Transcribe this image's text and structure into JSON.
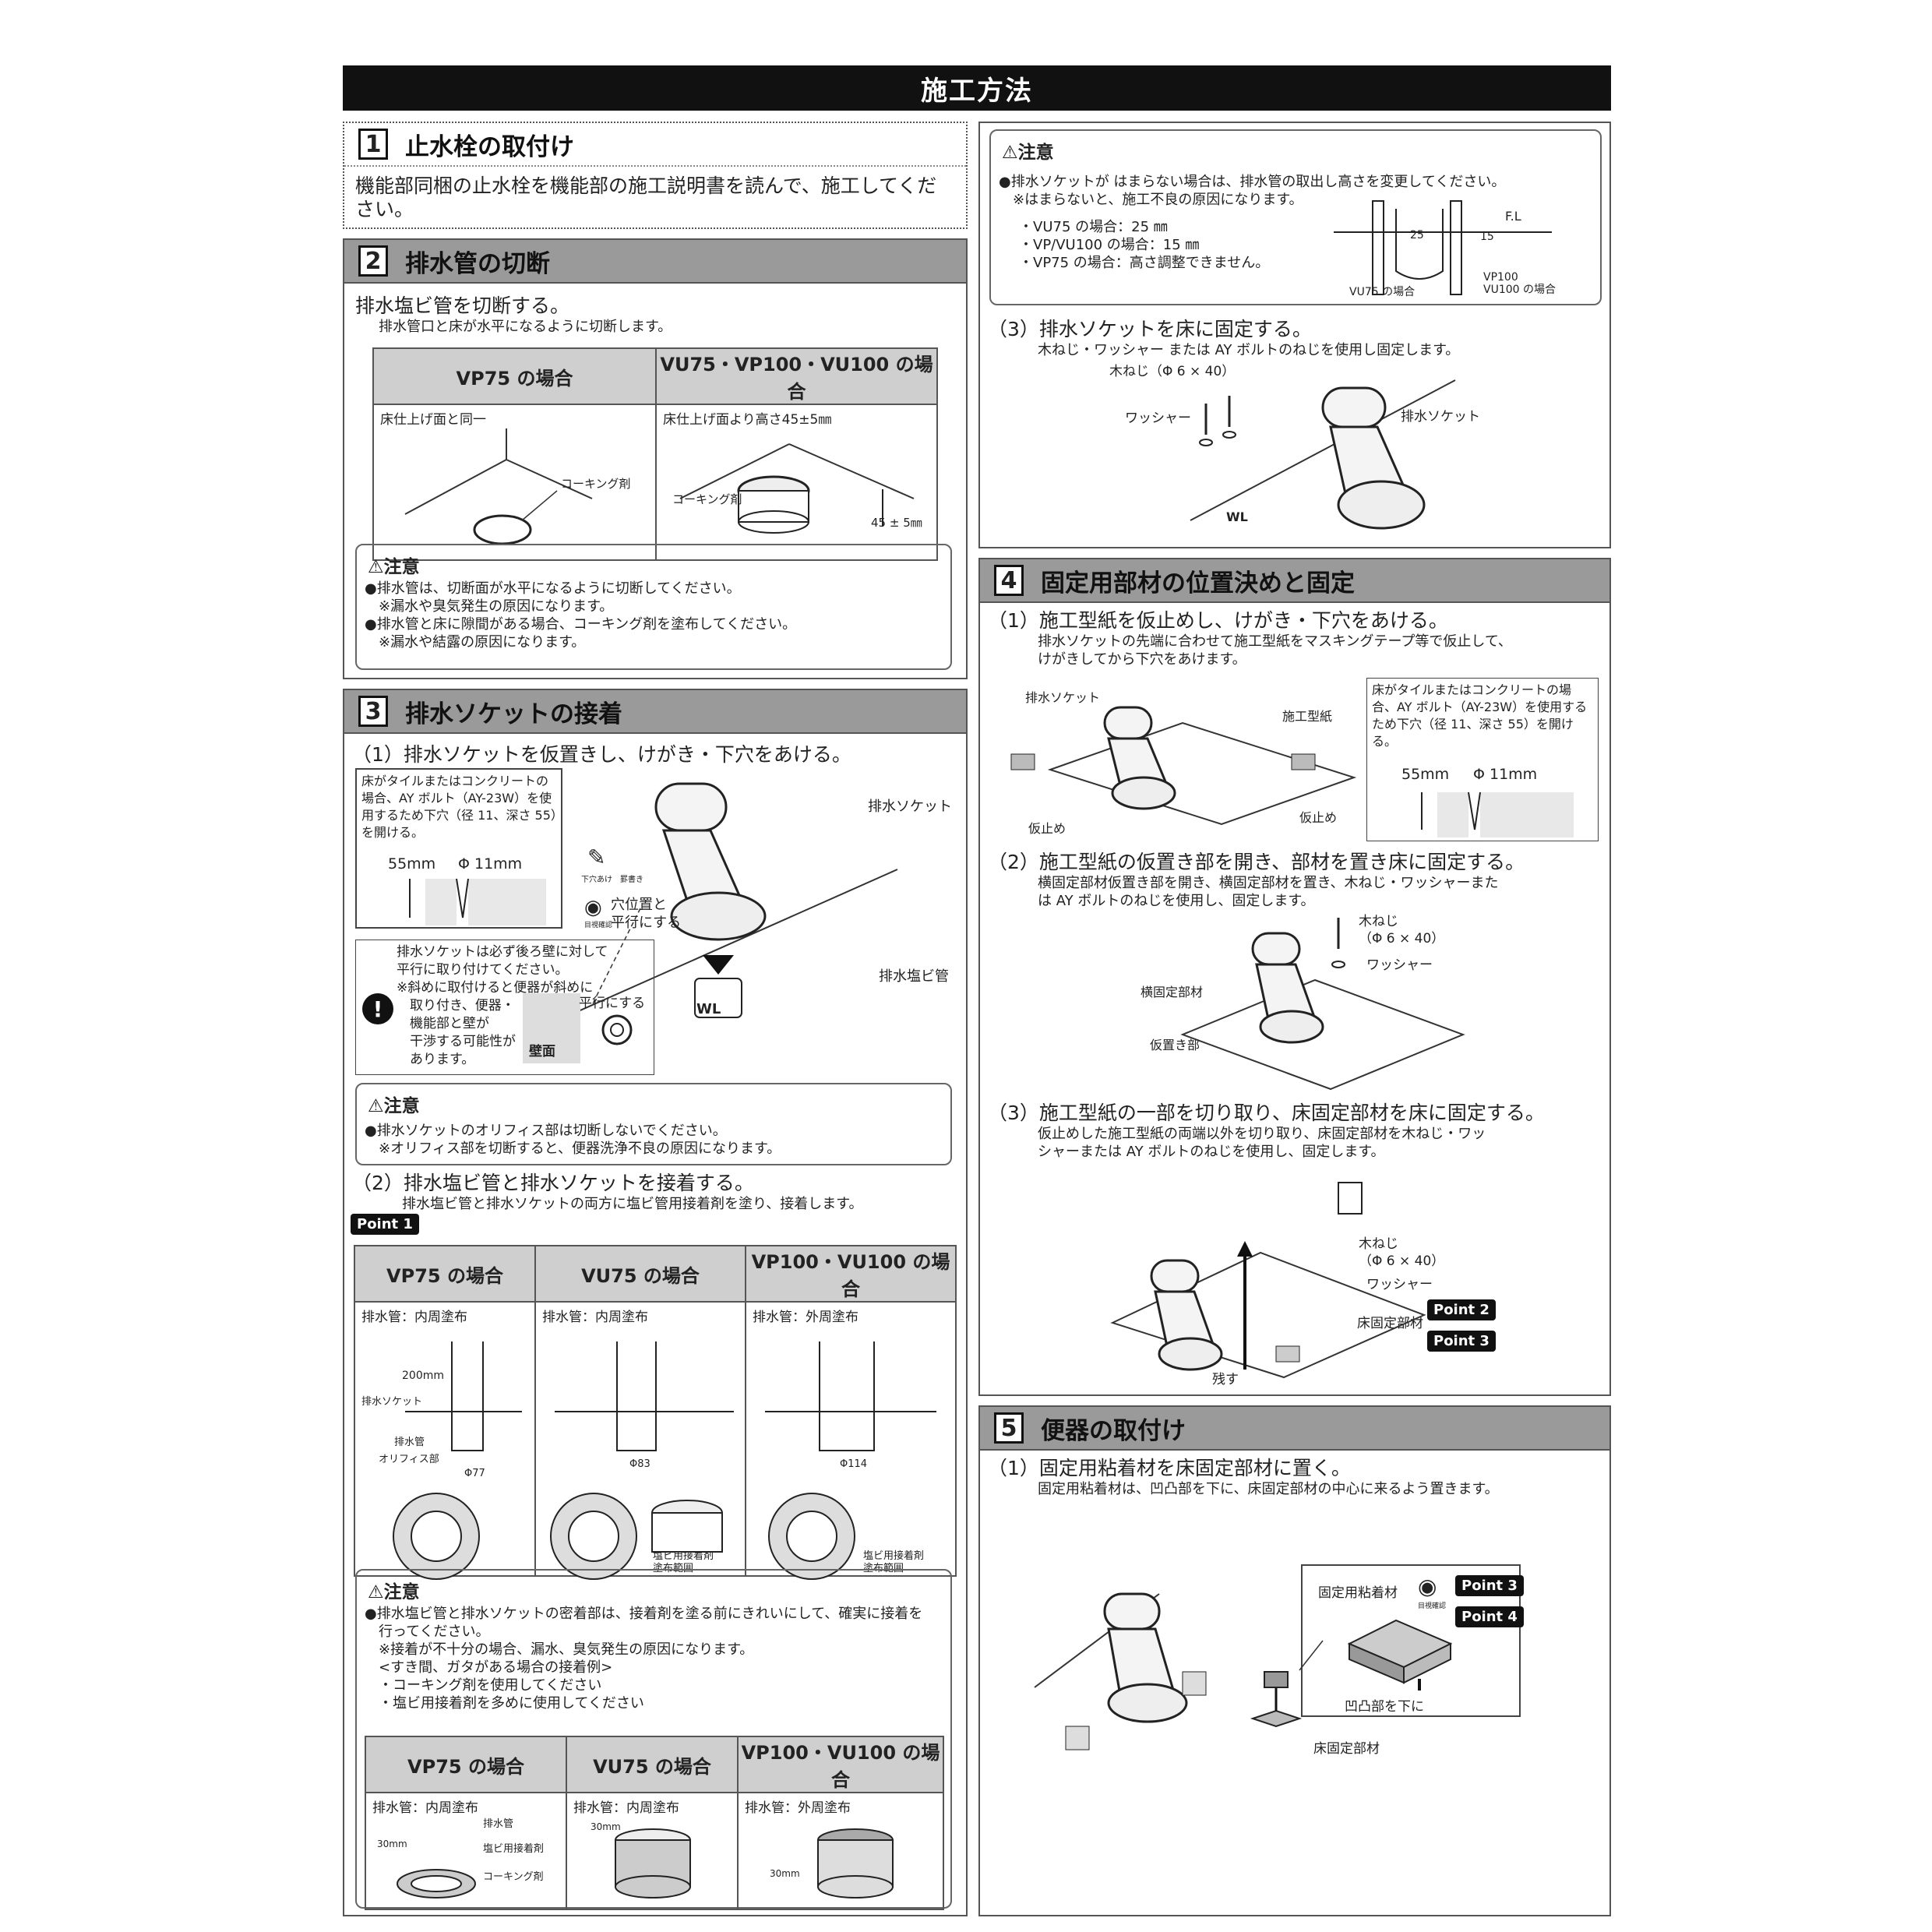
{
  "page_title": "施工方法",
  "s1": {
    "num": "1",
    "title": "止水栓の取付け",
    "body": "機能部同梱の止水栓を機能部の施工説明書を読んで、施工してください。"
  },
  "s2": {
    "num": "2",
    "title": "排水管の切断",
    "lead": "排水塩ビ管を切断する。",
    "sub": "排水管口と床が水平になるように切断します。",
    "th_left": "VP75 の場合",
    "th_right": "VU75・VP100・VU100 の場合",
    "td_left": "床仕上げ面と同一",
    "td_right": "床仕上げ面より高さ45±5㎜",
    "caulk_left": "コーキング剤",
    "caulk_right": "コーキング剤",
    "dim": "45 ± 5㎜",
    "caution_title": "注意",
    "caution_text": "●排水管は、切断面が水平になるように切断してください。\n　※漏水や臭気発生の原因になります。\n●排水管と床に隙間がある場合、コーキング剤を塗布してください。\n　※漏水や結露の原因になります。"
  },
  "s3": {
    "num": "3",
    "title": "排水ソケットの接着",
    "step1": "（1）排水ソケットを仮置きし、けがき・下穴をあける。",
    "tile_note": "床がタイルまたはコンクリートの場合、AY ボルト（AY-23W）を使用するため下穴（径 11、深さ 55）を開ける。",
    "dim_a": "55mm",
    "dim_b": "Φ 11mm",
    "lbl_socket": "排水ソケット",
    "lbl_pipe": "排水塩ビ管",
    "lbl_wl": "WL",
    "lbl_align": "穴位置と\n平行にする",
    "lbl_tools": "下穴あけ　罫書き",
    "lbl_visual": "目視確認",
    "warn_text": "排水ソケットは必ず後ろ壁に対して\n平行に取り付けてください。\n※斜めに取付けると便器が斜めに\n　取り付き、便器・\n　機能部と壁が\n　干渉する可能性が\n　あります。",
    "lbl_parallel": "平行にする",
    "lbl_wall": "壁面",
    "caution_title": "注意",
    "caution_text": "●排水ソケットのオリフィス部は切断しないでください。\n　※オリフィス部を切断すると、便器洗浄不良の原因になります。",
    "step2": "（2）排水塩ビ管と排水ソケットを接着する。",
    "step2_sub": "排水塩ビ管と排水ソケットの両方に塩ビ管用接着剤を塗り、接着します。",
    "point1": "Point 1",
    "tbl_h": [
      "VP75 の場合",
      "VU75 の場合",
      "VP100・VU100 の場合"
    ],
    "tbl_d": [
      "排水管：内周塗布",
      "排水管：内周塗布",
      "排水管：外周塗布"
    ],
    "lbl_200": "200mm",
    "lbl_socket2": "排水ソケット",
    "lbl_pipe2": "排水管",
    "lbl_orifice": "オリフィス部",
    "phi": [
      "Φ77",
      "Φ83",
      "Φ114"
    ],
    "glue": "塩ビ用接着剤\n塗布範囲",
    "caution2_title": "注意",
    "caution2_text": "●排水塩ビ管と排水ソケットの密着部は、接着剤を塗る前にきれいにして、確実に接着を\n　行ってください。\n　※接着が不十分の場合、漏水、臭気発生の原因になります。\n　<すき間、ガタがある場合の接着例>\n　・コーキング剤を使用してください\n　・塩ビ用接着剤を多めに使用してください",
    "tbl2_h": [
      "VP75 の場合",
      "VU75 の場合",
      "VP100・VU100 の場合"
    ],
    "tbl2_d": [
      "排水管：内周塗布",
      "排水管：内周塗布",
      "排水管：外周塗布"
    ],
    "lbl_30": "30mm",
    "lbl_pipe3": "排水管",
    "lbl_glue3": "塩ビ用接着剤",
    "lbl_caulk3": "コーキング剤"
  },
  "r_caution": {
    "title": "注意",
    "text": "●排水ソケットが はまらない場合は、排水管の取出し高さを変更してください。\n　※はまらないと、施工不良の原因になります。",
    "list": "・VU75 の場合：25 ㎜\n・VP/VU100 の場合：15 ㎜\n・VP75 の場合：高さ調整できません。",
    "lbl_fl": "F.L",
    "lbl_25": "25",
    "lbl_15": "15",
    "lbl_vu75": "VU75 の場合",
    "lbl_vp100": "VP100\nVU100 の場合"
  },
  "s3_step3": {
    "text": "（3）排水ソケットを床に固定する。",
    "sub": "木ねじ・ワッシャー または AY ボルトのねじを使用し固定します。",
    "lbl_screw": "木ねじ（Φ 6 × 40）",
    "lbl_washer": "ワッシャー",
    "lbl_socket": "排水ソケット",
    "lbl_wl": "WL"
  },
  "s4": {
    "num": "4",
    "title": "固定用部材の位置決めと固定",
    "step1": "（1）施工型紙を仮止めし、けがき・下穴をあける。",
    "step1_sub": "排水ソケットの先端に合わせて施工型紙をマスキングテープ等で仮止して、\nけがきしてから下穴をあけます。",
    "lbl_socket": "排水ソケット",
    "lbl_template": "施工型紙",
    "lbl_tape1": "仮止め",
    "lbl_tape2": "仮止め",
    "tile_note": "床がタイルまたはコンクリートの場合、AY ボルト（AY-23W）を使用するため下穴（径 11、深さ 55）を開ける。",
    "dim_a": "55mm",
    "dim_b": "Φ 11mm",
    "step2": "（2）施工型紙の仮置き部を開き、部材を置き床に固定する。",
    "step2_sub": "横固定部材仮置き部を開き、横固定部材を置き、木ねじ・ワッシャーまた\nは AY ボルトのねじを使用し、固定します。",
    "lbl_screw": "木ねじ\n（Φ 6 × 40）",
    "lbl_washer": "ワッシャー",
    "lbl_side": "横固定部材",
    "lbl_temp": "仮置き部",
    "step3": "（3）施工型紙の一部を切り取り、床固定部材を床に固定する。",
    "step3_sub": "仮止めした施工型紙の両端以外を切り取り、床固定部材を木ねじ・ワッ\nシャーまたは AY ボルトのねじを使用し、固定します。",
    "lbl_screw2": "木ねじ\n（Φ 6 × 40）",
    "lbl_washer2": "ワッシャー",
    "lbl_floor": "床固定部材",
    "lbl_leave": "残す",
    "point2": "Point 2",
    "point3": "Point 3"
  },
  "s5": {
    "num": "5",
    "title": "便器の取付け",
    "step1": "（1）固定用粘着材を床固定部材に置く。",
    "step1_sub": "固定用粘着材は、凹凸部を下に、床固定部材の中心に来るよう置きます。",
    "lbl_adhesive": "固定用粘着材",
    "lbl_visual": "目視確認",
    "point3": "Point 3",
    "point4": "Point 4",
    "lbl_down": "凹凸部を下に",
    "lbl_floor": "床固定部材"
  }
}
